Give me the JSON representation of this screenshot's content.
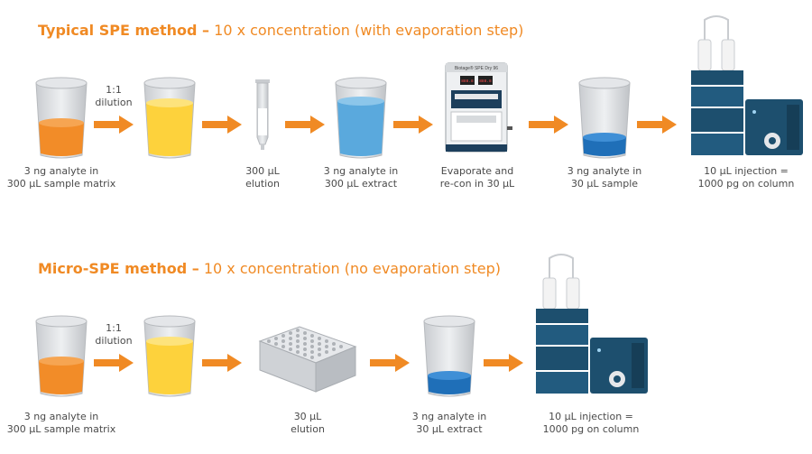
{
  "typical": {
    "title_bold": "Typical SPE method –",
    "title_rest": " 10 x concentration (with evaporation step)",
    "dilution": "1:1\ndilution",
    "captions": {
      "sample": "3 ng analyte in\n300 µL sample matrix",
      "elution": "300 µL\nelution",
      "extract": "3 ng analyte in\n300 µL extract",
      "evaporate": "Evaporate and\nre-con in 30 µL",
      "reduced": "3 ng analyte in\n30 µL sample",
      "injection": "10 µL injection =\n1000 pg on column"
    },
    "evaporator_label": "Biotage® SPE Dry 96",
    "evaporator_display_left": "888.8",
    "evaporator_display_right": "888.8"
  },
  "micro": {
    "title_bold": "Micro-SPE method –",
    "title_rest": " 10 x concentration (no evaporation step)",
    "dilution": "1:1\ndilution",
    "captions": {
      "sample": "3 ng analyte in\n300 µL sample matrix",
      "elution": "30 µL\nelution",
      "extract": "3 ng analyte in\n30 µL extract",
      "injection": "10 µL injection =\n1000 pg on column"
    }
  },
  "colors": {
    "orange": "#f08a24",
    "sample_orange": "#f28c28",
    "yellow": "#fdd23c",
    "light_blue": "#5aa9dd",
    "dark_blue": "#1f6fb8",
    "instrument_blue": "#1d4f6e",
    "text": "#4a4a4a"
  }
}
